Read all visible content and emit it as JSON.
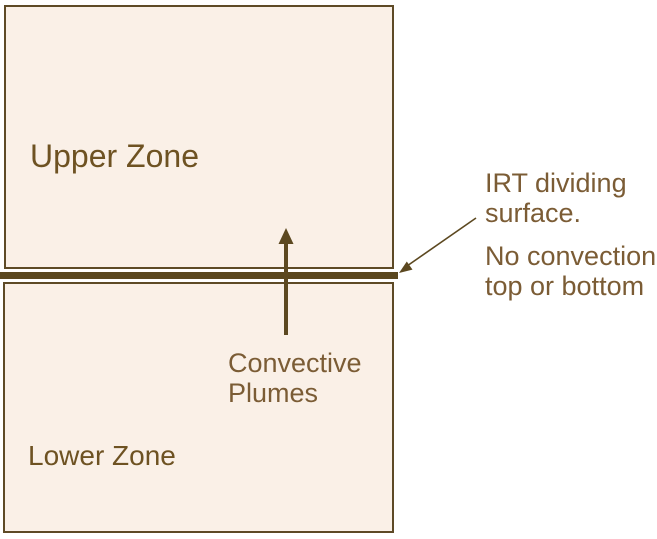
{
  "colors": {
    "page_bg": "#FFFFFF",
    "zone_fill": "#FAF0E7",
    "zone_border": "#5E4A26",
    "divider": "#5A471F",
    "zone_label_text": "#6E5222",
    "annotation_text": "#7B5C35",
    "arrow": "#5C4820"
  },
  "zones": {
    "upper": {
      "label": "Upper Zone"
    },
    "lower": {
      "label": "Lower Zone"
    }
  },
  "annotations": {
    "convective_plumes": "Convective Plumes",
    "irt_surface": "IRT dividing surface.",
    "no_convection": "No convection top or bottom"
  }
}
